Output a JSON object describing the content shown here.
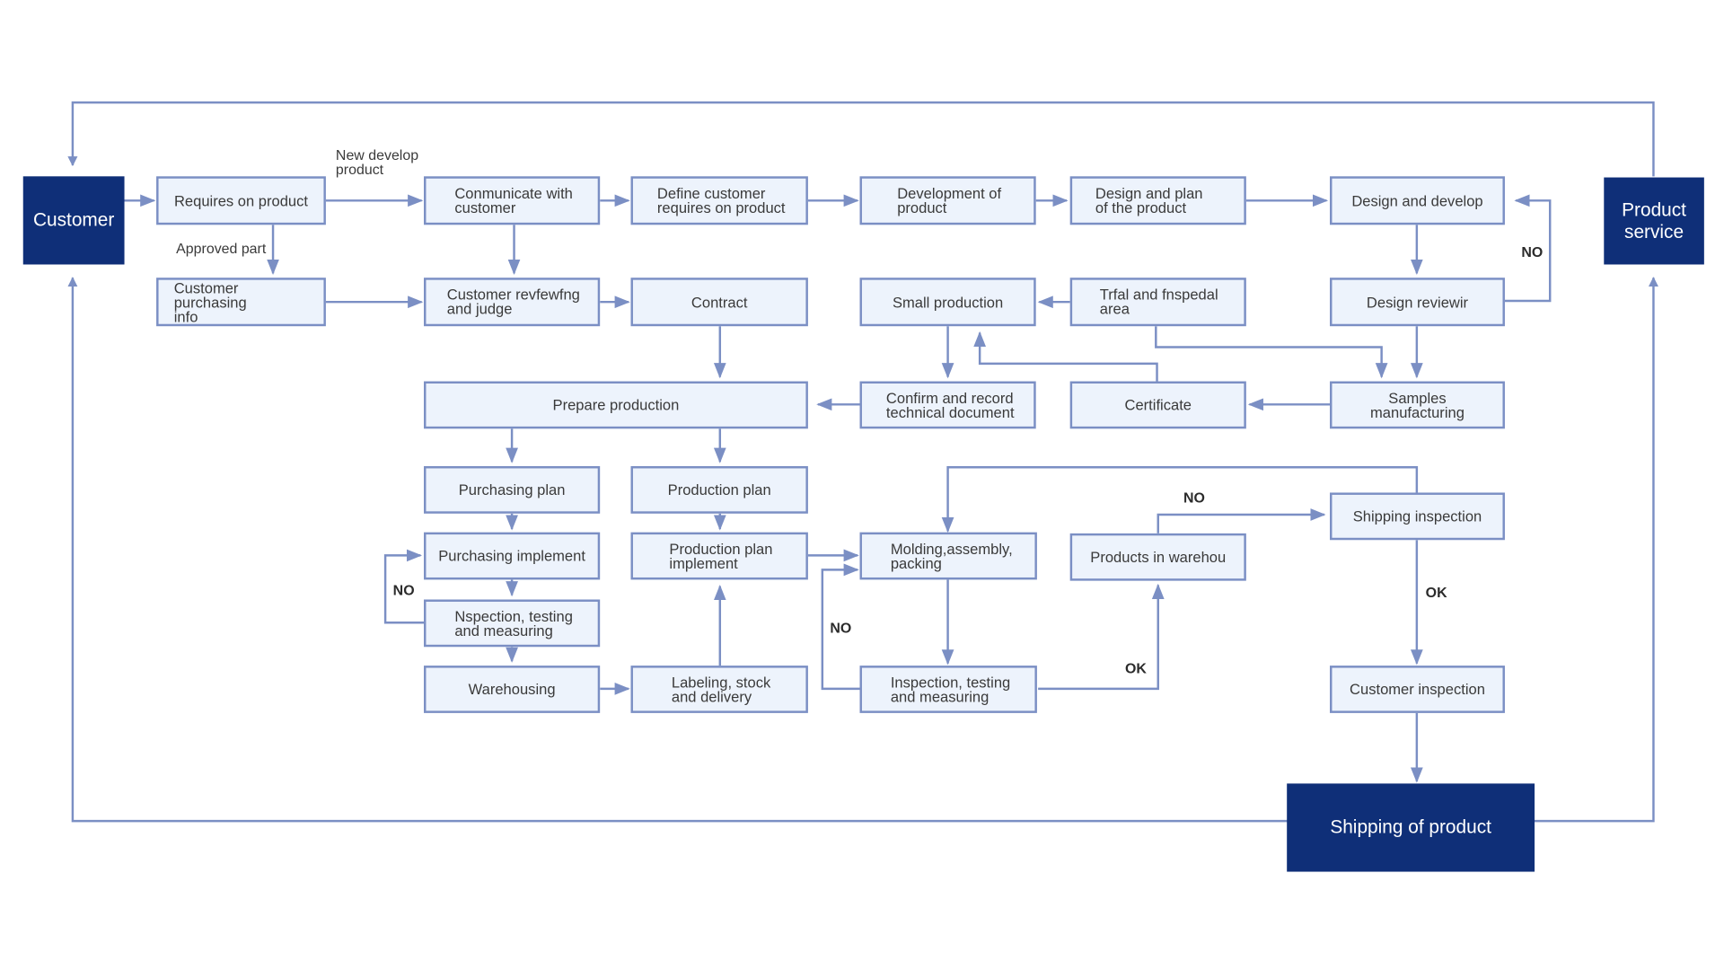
{
  "colors": {
    "line": "#7b8fc4",
    "box_fill": "#edf3fc",
    "box_border": "#7b8fc4",
    "terminal": "#0f2f78",
    "text": "#3a3a3a"
  },
  "terminals": {
    "customer": "Customer",
    "product_service": "Product\nservice",
    "shipping_of_product": "Shipping of product"
  },
  "boxes": {
    "requires_on_product": "Requires on product",
    "customer_purchasing_info": "Customer purchasing\ninfo",
    "communicate_with_customer": "Conmunicate with\ncustomer",
    "customer_review_and_judge": "Customer revfewfng\nand judge",
    "define_customer_requires": "Define customer\nrequires on product",
    "contract": "Contract",
    "development_of_product": "Development of\nproduct",
    "small_production": "Small production",
    "confirm_and_record": "Confirm and record\ntechnical document",
    "design_and_plan": "Design and plan\nof the product",
    "trial_area": "Trfal and fnspedal\narea",
    "certificate": "Certificate",
    "design_and_develop": "Design and develop",
    "design_review": "Design reviewir",
    "samples_manufacturing": "Samples manufacturing",
    "prepare_production": "Prepare production",
    "purchasing_plan": "Purchasing plan",
    "purchasing_implement": "Purchasing implement",
    "inspection_testing_measuring_1": "Nspection, testing\nand measuring",
    "warehousing": "Warehousing",
    "production_plan": "Production plan",
    "production_plan_implement": "Production plan\nimplement",
    "labeling_stock_delivery": "Labeling, stock\nand delivery",
    "molding_assembly_packing": "Molding,assembly,\npacking",
    "inspection_testing_measuring_2": "Inspection, testing\nand measuring",
    "products_in_warehouse": "Products in warehou",
    "shipping_inspection": "Shipping inspection",
    "customer_inspection": "Customer inspection"
  },
  "labels": {
    "new_develop_product": "New develop\nproduct",
    "approved_part": "Approved part",
    "no_design_review": "NO",
    "no_purchasing": "NO",
    "no_molding": "NO",
    "ok_inspection": "OK",
    "no_shipping": "NO",
    "ok_shipping": "OK"
  }
}
